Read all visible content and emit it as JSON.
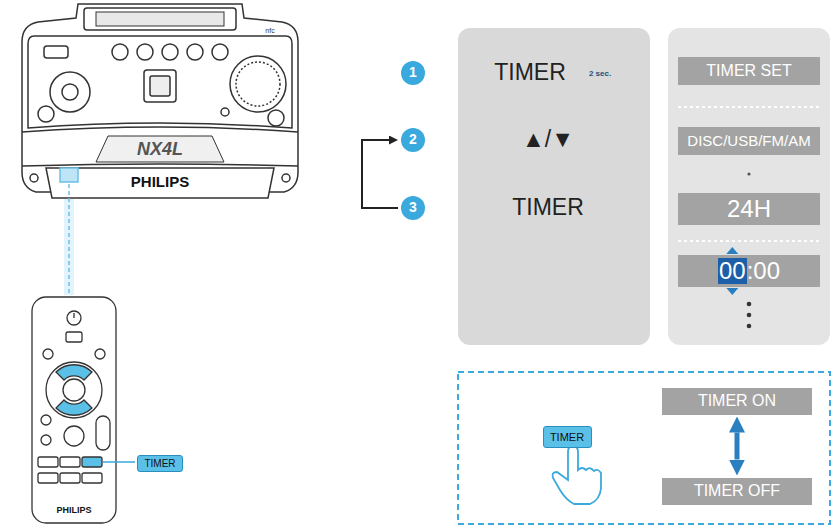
{
  "diagram": {
    "nodes": [
      {
        "text": [
          "1"
        ]
      },
      {
        "text": [
          "2"
        ]
      },
      {
        "text": [
          "3"
        ]
      },
      {
        "text": [
          "TIMER",
          "▲/▼",
          "TIMER"
        ]
      },
      {
        "text": [
          "TIMER SET"
        ]
      },
      {
        "text": [
          "DISC/USB/FM/AM"
        ]
      },
      {
        "text": [
          "24H"
        ]
      },
      {
        "text": [
          "00",
          ":00"
        ]
      },
      {
        "text": [
          "TIMER"
        ]
      },
      {
        "text": [
          "TIMER"
        ]
      },
      {
        "text": [
          "TIMER ON"
        ]
      },
      {
        "text": [
          "TIMER OFF"
        ]
      }
    ],
    "edges": [
      {
        "from": 2,
        "to": 1,
        "arrow": "to"
      },
      {
        "from": 10,
        "to": 11,
        "arrow": "both"
      }
    ],
    "labels": [
      "2 sec.",
      "PHILIPS",
      "NX4L",
      "nfc",
      "PHILIPS"
    ]
  }
}
